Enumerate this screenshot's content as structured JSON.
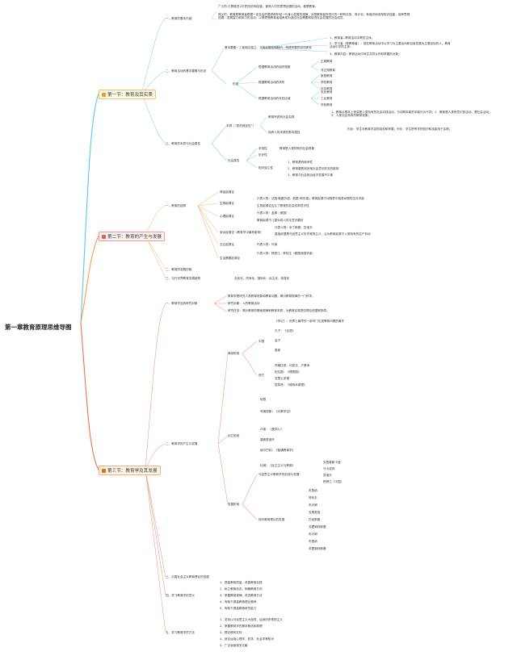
{
  "root": "第一章教育原理思维导图",
  "sec1": {
    "title": "第一节：教育及其实质",
    "b1": "一、教育的基本内涵",
    "b1_broad": "广义的:凡是增进人们的知识和技能、影响人们的思想品德的活动，都是教育。",
    "b1_narrow": "狭义的：教育是教育者根据一定社会的要求和年轻一代身心发展的规律，对受教育者所进行的一种有目的、有计划、有组织地传授知识技能，培养思想品德，发展智力和体力的活动，以便把受教育者培养成为适应社会需要和促进社会发展的社会成员。",
    "b2": "二、教育活动的基本要素与形态",
    "b2_elem": "基本要素：三者相互独立、又相互联系和制约，构成完整的活动体系",
    "b2_elem_items": [
      "1、教育者--教育活动中教的主体；",
      "2、学习者（受教育者）：指在教育活动中以学习为主要活动和自身发展为主要目标的人，教育活动中学的主体；",
      "3、教育内容：教育活动中师生共同认识和掌握的对象；"
    ],
    "b2_form": "形态",
    "b2_form_a": "根据教育活动的组织程度",
    "b2_form_a_items": [
      "正规教育",
      "非正规教育"
    ],
    "b2_form_b": "根据教育活动的场所",
    "b2_form_b_items": [
      "家庭教育",
      "学校教育",
      "社会教育"
    ],
    "b2_form_c": "根据教育活动的存在区域",
    "b2_form_c_items": [
      "农业教育",
      "工业教育",
      "学校教育"
    ],
    "b3": "三、教育的本质与社会属性",
    "b3_nature": "本质（“质的规定性”）",
    "b3_nature_1": "教育所具有社会实践",
    "b3_nature_1_txt": "1、教育从根本上来讲是人类特有的社会实践活动，与动物本能的本能行为不同；2、教育是人类有意识的活动，是社会活动；3、人类社会特有的教育现象；",
    "b3_nature_2": "培养人的本质的根本属性",
    "b3_nature_2_txt": "内化：学生对教育内容的吸收和掌握；外化：学生把所学的知识和技能用于实践；",
    "b3_social": "社会属性",
    "b3_social_items": [
      "永恒性",
      "历史性",
      "相对独立性"
    ],
    "b3_eternal": "教育是人类特有的社会现象",
    "b3_indep": [
      "1、教育具有继承性",
      "2、教育要受到其他社会意识形态的影响",
      "3、教育与社会政治经济发展不平衡"
    ]
  },
  "sec2": {
    "title": "第二节：教育的产生与发展",
    "b1": "一、教育的起源",
    "myth": "神话起源论",
    "bio": "生物起源论",
    "bio_txt": "代表人物：法国·勒图尔诺、英国·沛西·能；教育起源于动物界中各类动物的生存本能",
    "bio_txt2": "生物起源论否认了教育的社会性和意识性",
    "psy": "心理起源论",
    "psy_txt": "代表人物：孟禄（美国）",
    "psy_txt2": "教育起源于儿童对成人的无意识模仿",
    "labor": "劳动起源论（教育学中最有影响）",
    "labor_txt": "代表人物：米丁斯基，凯洛夫",
    "labor_txt2": "直接依据是马克思主义历史唯物主义，认为教育起源于人类特有的生产劳动",
    "need": "交往起源论",
    "need_txt": "代表人物：叶澜",
    "life": "生活需要起源论",
    "life_txt": "代表人物：杨贤江、陈桂生（都是我国学者）",
    "b2": "二、教育的发展历程",
    "b3": "三、当代世界教育发展趋势",
    "b3_txt": "全民化、终身化、国际化、民主化、信息化"
  },
  "sec3": {
    "title": "第三节：教育学及其发展",
    "b1": "一、教育学及其研究对象",
    "b1_t1": "教育学是研究人类教育现象和教育问题，揭示教育规律的一门科学。",
    "b1_t2": "研究对象：人的教育活动",
    "b1_t3": "研究任务：揭示教育的基础规律和教育本质，为教育实践提供理论依据和指导。",
    "b2": "二、教育学的产生与发展",
    "germ": "萌芽阶段",
    "cn": "中国",
    "cn_items": [
      "《学记》：世界上最早的一部专门论述教育问题的著作",
      "孔子：《论语》",
      "孟子",
      "墨家"
    ],
    "west": "西方",
    "west_items": [
      "苏格拉底：问答法、产婆术",
      "柏拉图：《理想国》",
      "亚里士多德",
      "昆体良：《雄辩术原理》"
    ],
    "found": "创立阶段",
    "found_items": [
      "培根",
      "夸美纽斯：《大教学论》",
      "卢梭：《爱弥儿》",
      "裴斯泰洛齐",
      "赫尔巴特：《普通教育学》",
      "杜威：《民主主义与教育》"
    ],
    "dev": "发展阶段",
    "marx": "马克思主义教育学的形成与发展",
    "marx_items": [
      "克鲁普斯卡娅",
      "马卡连柯",
      "凯洛夫",
      "杨贤江（中国）"
    ],
    "modern": "现代教育理论的发展",
    "modern_items": [
      "布鲁纳",
      "赞科夫",
      "布卢姆",
      "瓦根舍因",
      "巴班斯基",
      "苏霍姆林斯基",
      "布卢姆",
      "布鲁纳",
      "苏霍姆林斯基"
    ],
    "b3": "三、中国社会主义教育理论的发展",
    "b4": "四、学习教育学的意义",
    "b4_items": [
      "1、提高教育质量，改善教育实践",
      "2、树立教育信念，明确教育方向",
      "3、掌握教育规律，改进教育方法",
      "4、有助于提高教育理论素养",
      "5、有助于提高教育研究能力"
    ],
    "b5": "五、学习教育学的方法",
    "b5_items": [
      "1、坚持以马克思主义为指导，运用历史唯物主义",
      "2、掌握教育学的基本概念和原理",
      "3、理论联系实际",
      "4、综合运用心理学、哲学、社会学等知识",
      "5、广泛阅读相关文献"
    ]
  }
}
